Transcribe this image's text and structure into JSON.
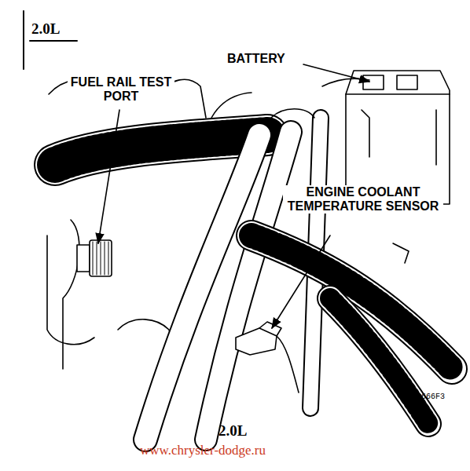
{
  "diagram": {
    "title": "2.0L",
    "caption": "2.0L",
    "labels": [
      "BATTERY",
      "FUEL RAIL TEST PORT",
      "ENGINE COOLANT TEMPERATURE SENSOR",
      "809666F3",
      "www.chrysler-dodge.ru"
    ]
  }
}
